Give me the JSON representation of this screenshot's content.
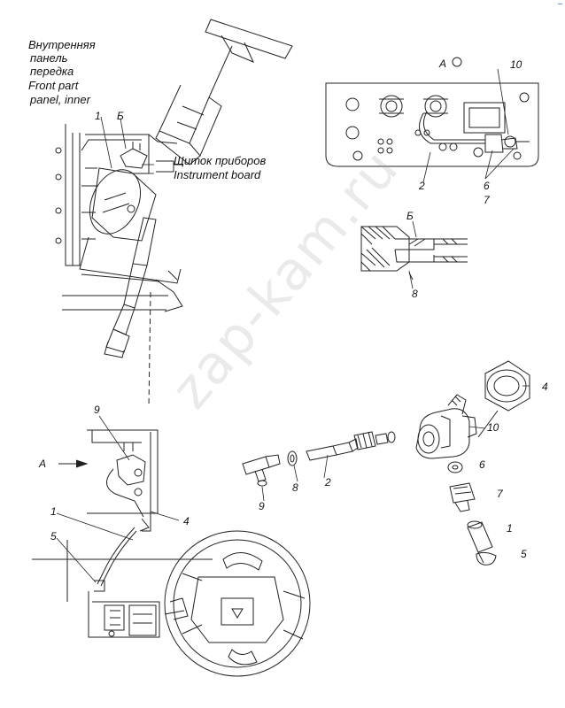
{
  "corner_mark": "~",
  "watermark": "zap-kam.ru",
  "inner_panel_label": {
    "line1": "Внутренняя",
    "line2": "панель",
    "line3": "передка",
    "line4": "Front part",
    "line5": "panel, inner"
  },
  "instrument_board_label": {
    "ru": "Щиток приборов",
    "en": "Instrument board"
  },
  "callouts": {
    "top_1": "1",
    "top_b": "Б",
    "view_a": "А",
    "right_10": "10",
    "right_2": "2",
    "right_6": "6",
    "right_7": "7",
    "section_b": "Б",
    "section_8": "8",
    "mid_9": "9",
    "arrow_a": "А",
    "mid_1": "1",
    "mid_4": "4",
    "mid_5": "5",
    "exp_4": "4",
    "exp_10": "10",
    "exp_6": "6",
    "exp_2": "2",
    "exp_8": "8",
    "exp_9": "9",
    "exp_7": "7",
    "exp_1": "1",
    "exp_5": "5"
  }
}
